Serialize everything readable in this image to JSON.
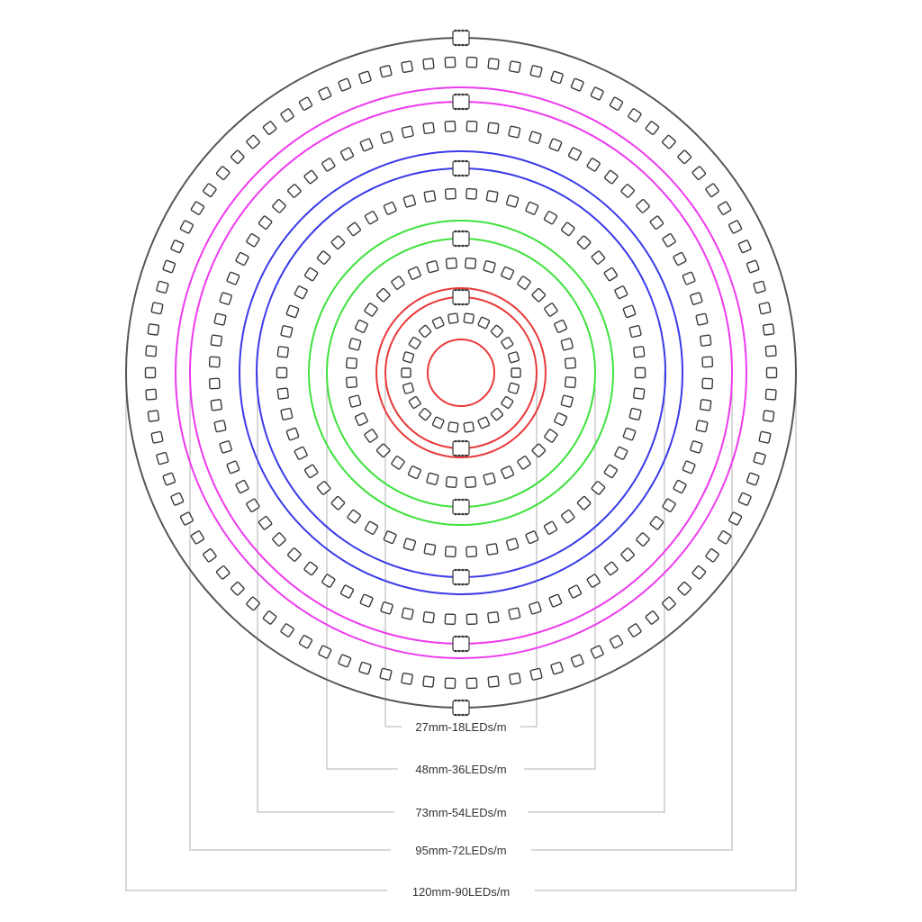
{
  "rings": [
    {
      "label": "27mm-18LEDs/m",
      "color": "#e8393a",
      "leds": 22
    },
    {
      "label": "48mm-36LEDs/m",
      "color": "#3ee23e",
      "leds": 36
    },
    {
      "label": "73mm-54LEDs/m",
      "color": "#3a3ae8",
      "leds": 54
    },
    {
      "label": "95mm-72LEDs/m",
      "color": "#ee3aee",
      "leds": 72
    },
    {
      "label": "120mm-90LEDs/m",
      "color": "#555555",
      "leds": 90
    }
  ]
}
